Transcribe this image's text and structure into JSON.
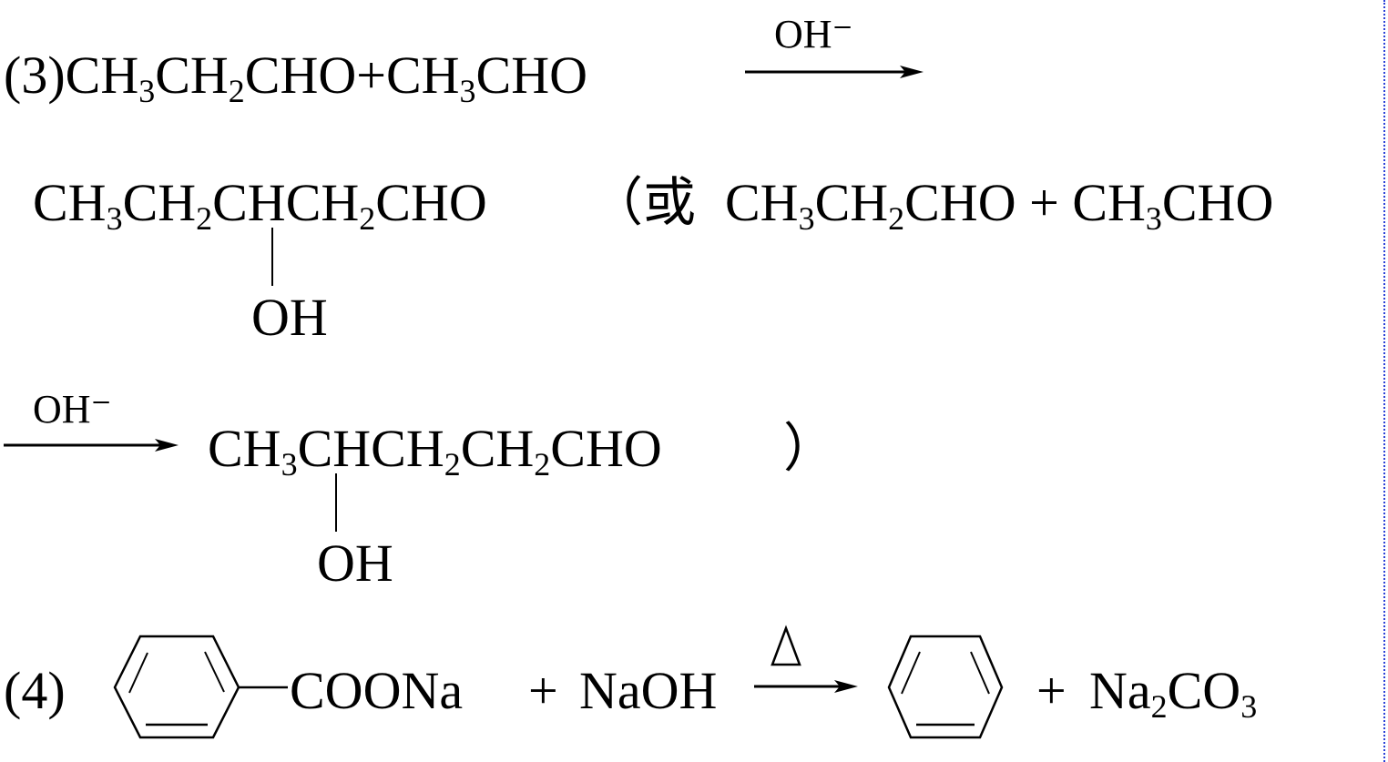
{
  "guide_color": "#2a3fd6",
  "part3": {
    "label": "(3)",
    "reactant1": {
      "parts": [
        "CH",
        "3",
        "CH",
        "2",
        "CHO"
      ]
    },
    "plus": "+",
    "reactant2": {
      "parts": [
        "CH",
        "3",
        "CHO"
      ]
    },
    "condition": "OH⁻",
    "product1": {
      "parts": [
        "CH",
        "3",
        "CH",
        "2",
        "CHCH",
        "2",
        "CHO"
      ],
      "substituent": "OH"
    },
    "alt_open": "（或",
    "alt_reactant1": {
      "parts": [
        "CH",
        "3",
        "CH",
        "2",
        "CHO"
      ]
    },
    "alt_plus": "+",
    "alt_reactant2": {
      "parts": [
        "CH",
        "3",
        "CHO"
      ]
    },
    "alt_condition": "OH⁻",
    "alt_product": {
      "parts": [
        "CH",
        "3",
        "CHCH",
        "2",
        "CH",
        "2",
        "CHO"
      ],
      "substituent": "OH"
    },
    "alt_close": "）"
  },
  "part4": {
    "label": "(4)",
    "reactant1_group": "COONa",
    "plus1": "+",
    "reactant2": "NaOH",
    "condition": "△",
    "plus2": "+",
    "product2": {
      "parts": [
        "Na",
        "2",
        "CO",
        "3"
      ]
    }
  }
}
